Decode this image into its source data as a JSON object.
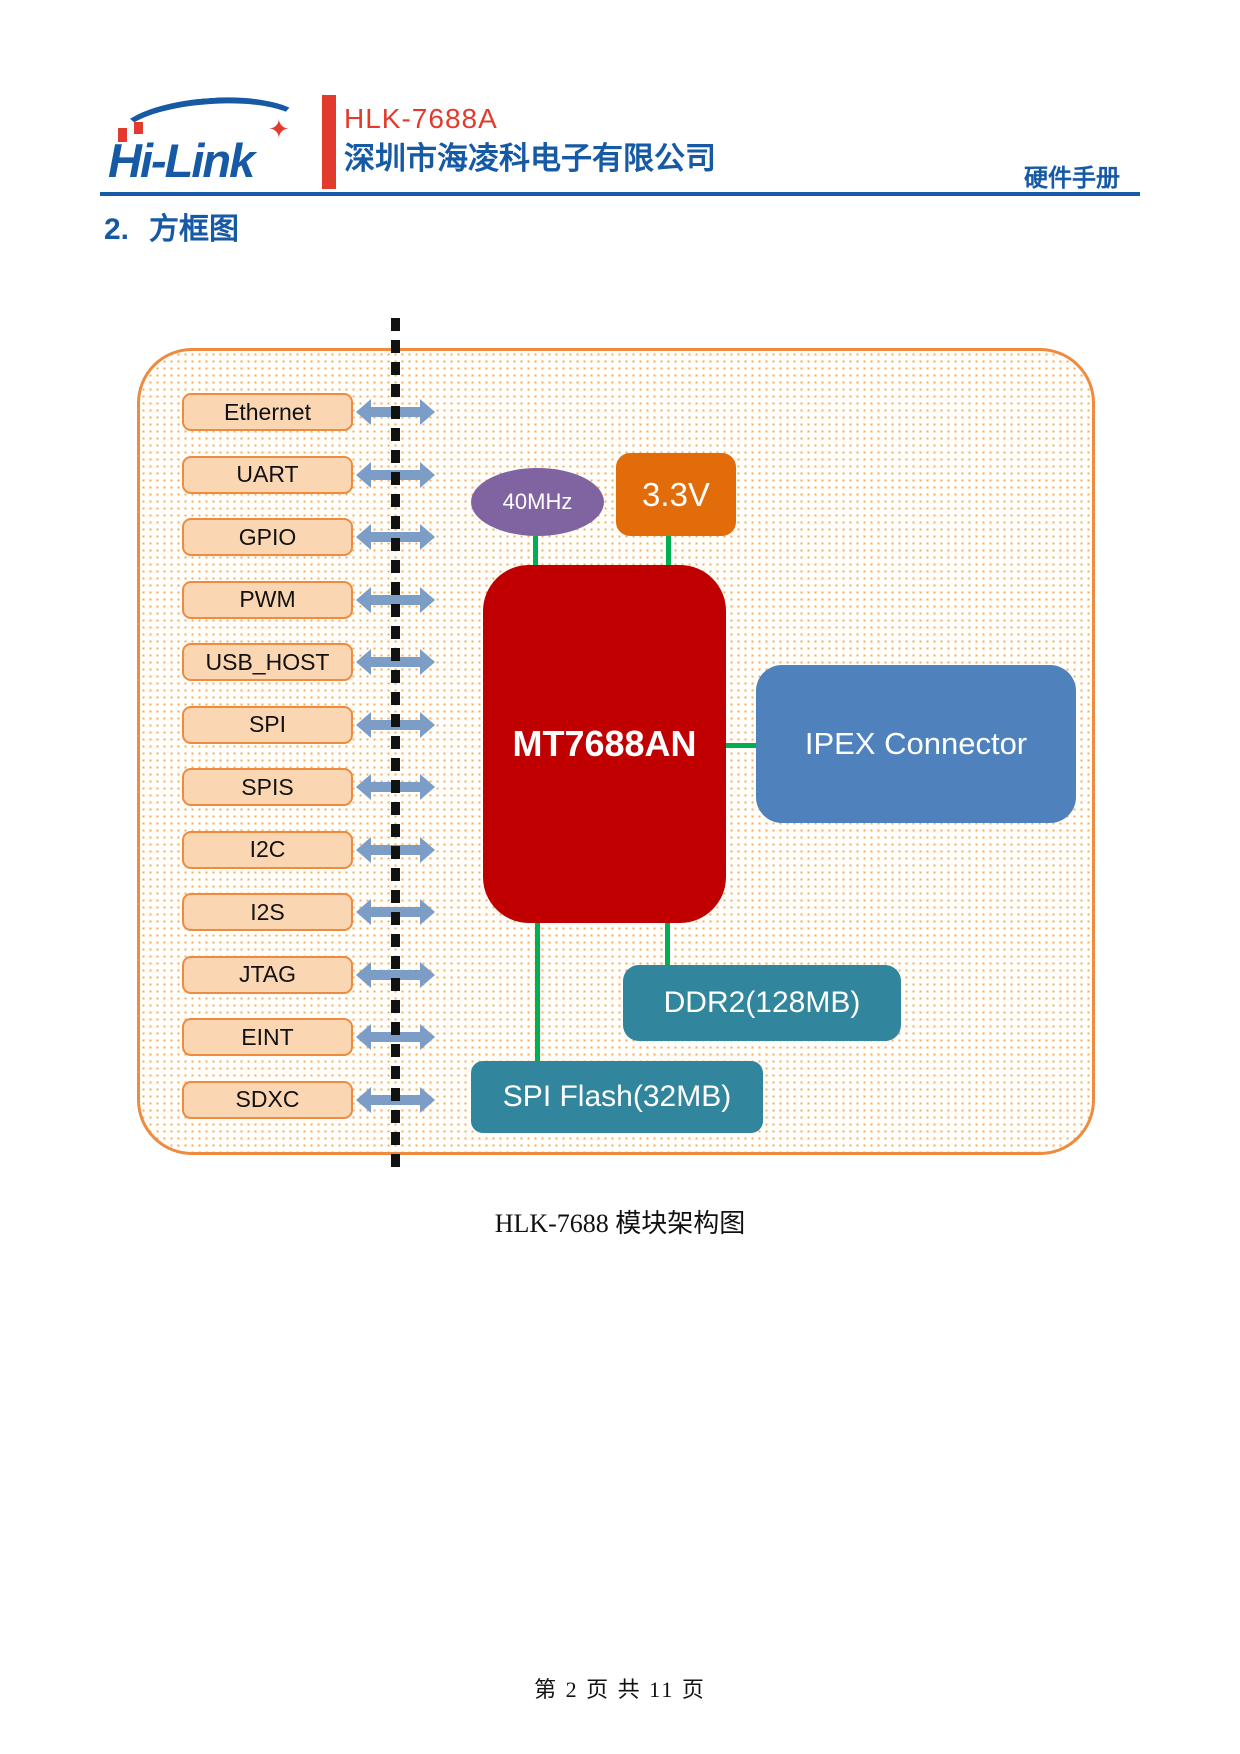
{
  "header": {
    "logo_text": "Hi-Link",
    "product": "HLK-7688A",
    "company": "深圳市海凌科电子有限公司",
    "doc_type": "硬件手册"
  },
  "section": {
    "number": "2.",
    "title": "方框图"
  },
  "diagram": {
    "peripherals": [
      "Ethernet",
      "UART",
      "GPIO",
      "PWM",
      "USB_HOST",
      "SPI",
      "SPIS",
      "I2C",
      "I2S",
      "JTAG",
      "EINT",
      "SDXC"
    ],
    "clock": "40MHz",
    "power": "3.3V",
    "soc": "MT7688AN",
    "antenna": "IPEX Connector",
    "memory": "DDR2(128MB)",
    "flash": "SPI Flash(32MB)",
    "colors": {
      "container_border": "#EE8B3F",
      "dot_pattern": "#F3AC60",
      "peripheral_fill": "#FBD6B3",
      "arrow": "#7C9EC6",
      "dashed_line": "#111111",
      "clock_fill": "#8064A2",
      "power_fill": "#E36C0A",
      "soc_fill": "#C00000",
      "antenna_fill": "#4F81BD",
      "memory_fill": "#31859C",
      "connector_line": "#00B050",
      "brand_blue": "#1659A4",
      "brand_red": "#E23B2E"
    }
  },
  "caption": "HLK-7688 模块架构图",
  "footer": "第 2 页 共 11 页"
}
